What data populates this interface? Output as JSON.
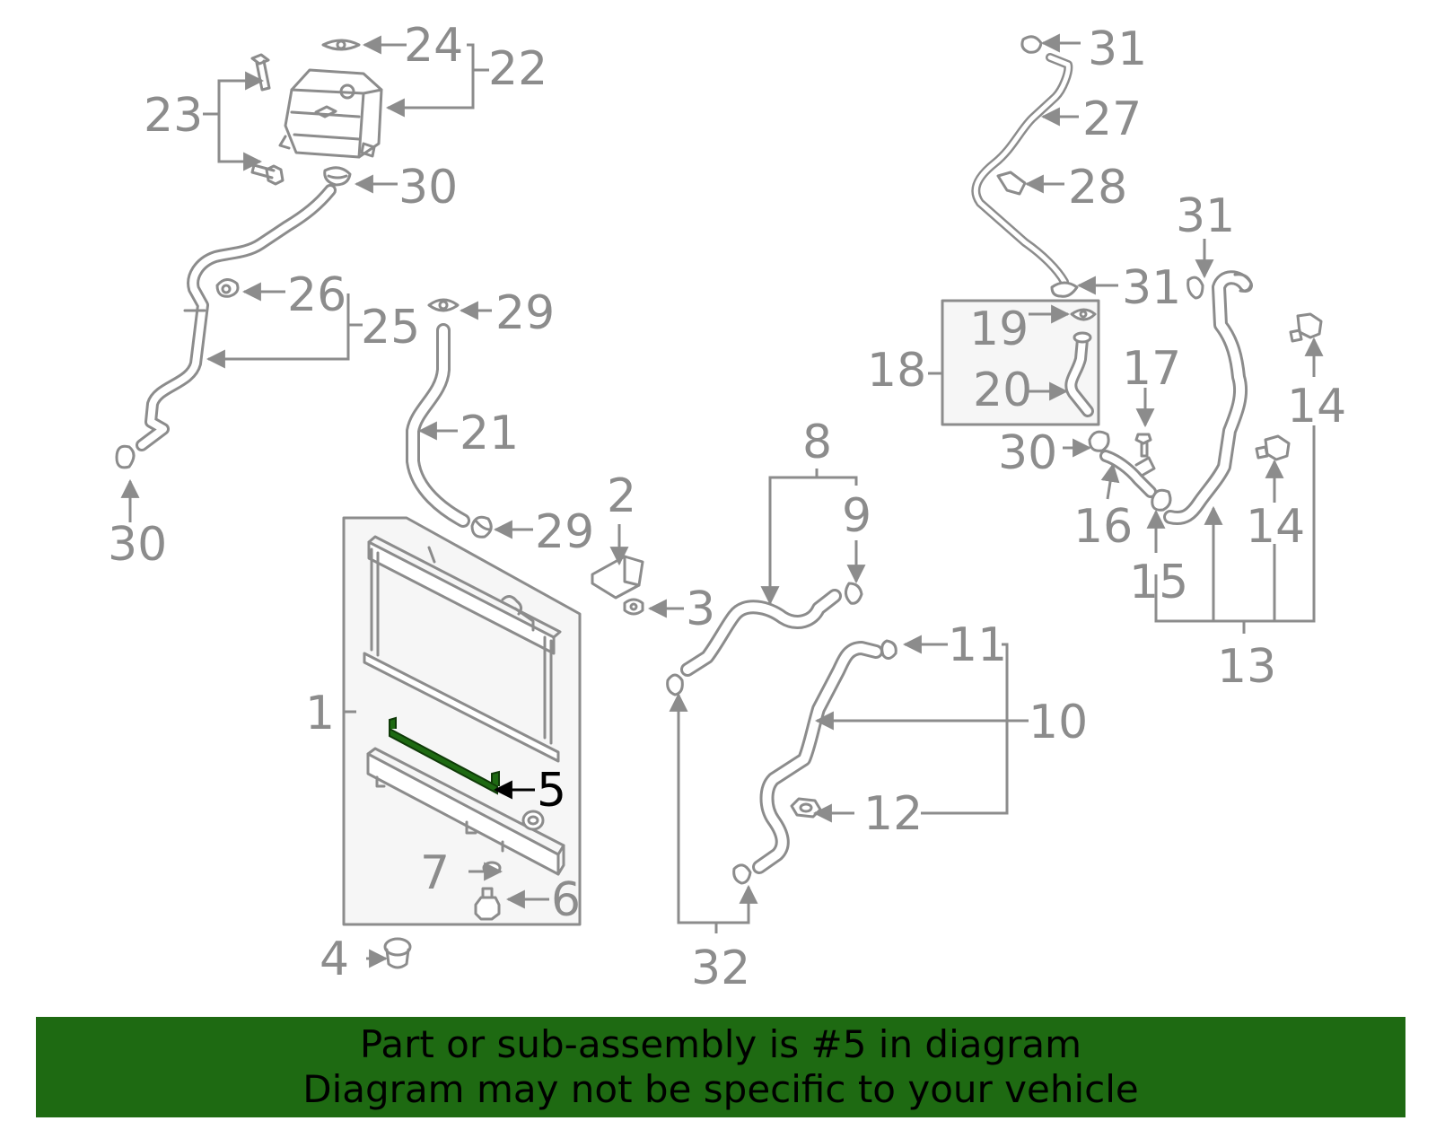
{
  "highlight_color": "#1e6a12",
  "outline_color": "#8c8c8c",
  "banner": {
    "line1": "Part or sub-assembly is #5 in diagram",
    "line2": "Diagram may not be specific to your vehicle"
  },
  "callouts": {
    "c1": "1",
    "c2": "2",
    "c3": "3",
    "c4": "4",
    "c5": "5",
    "c6": "6",
    "c7": "7",
    "c8": "8",
    "c9": "9",
    "c10": "10",
    "c11": "11",
    "c12": "12",
    "c13": "13",
    "c14a": "14",
    "c14b": "14",
    "c15": "15",
    "c16": "16",
    "c17": "17",
    "c18": "18",
    "c19": "19",
    "c20": "20",
    "c21": "21",
    "c22": "22",
    "c23": "23",
    "c24": "24",
    "c25": "25",
    "c26": "26",
    "c27": "27",
    "c28": "28",
    "c29a": "29",
    "c29b": "29",
    "c30a": "30",
    "c30b": "30",
    "c30c": "30",
    "c31a": "31",
    "c31b": "31",
    "c31c": "31",
    "c32": "32"
  }
}
